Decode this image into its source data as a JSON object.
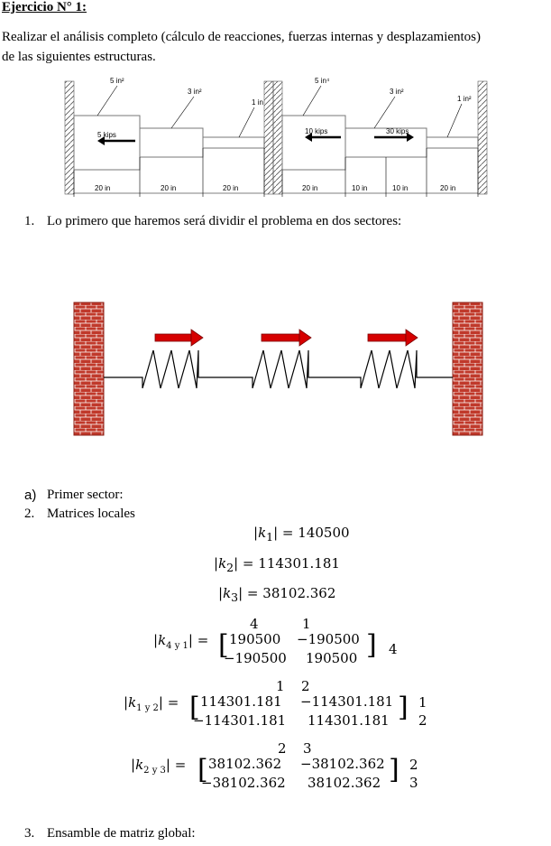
{
  "heading": "Ejercicio N° 1:",
  "intro_line1": "Realizar el análisis completo (cálculo de reacciones, fuerzas internas y desplazamientos)",
  "intro_line2": "de las siguientes estructuras.",
  "figure1": {
    "areas_left": [
      "5 in²",
      "3 in²",
      "1 in"
    ],
    "areas_right": [
      "5 in⁴",
      "3 in²",
      "1 in²"
    ],
    "loads_left": [
      "5 kips"
    ],
    "loads_right": [
      "10 kips",
      "30 kips"
    ],
    "dims": [
      "20 in",
      "20 in",
      "20 in",
      "20 in",
      "10 in",
      "10 in",
      "20 in"
    ]
  },
  "step1": {
    "num": "1.",
    "text": "Lo primero que haremos será dividir el problema en dos sectores:"
  },
  "sector_a": {
    "num": "a)",
    "text": "Primer sector:"
  },
  "step2": {
    "num": "2.",
    "text": "Matrices locales"
  },
  "k1": {
    "sym": "k",
    "sub": "1",
    "value": "140500"
  },
  "k2": {
    "sym": "k",
    "sub": "2",
    "value": "114301.181"
  },
  "k3": {
    "sym": "k",
    "sub": "3",
    "value": "38102.362"
  },
  "m41": {
    "sym": "k",
    "sub": "4 y 1",
    "col1": "4",
    "col2": "1",
    "a11": "190500",
    "a12": "−190500",
    "a21": "−190500",
    "a22": "190500",
    "row1": "4",
    "row2": ""
  },
  "m12": {
    "sym": "k",
    "sub": "1 y 2",
    "col1": "1",
    "col2": "2",
    "a11": "114301.181",
    "a12": "−114301.181",
    "a21": "−114301.181",
    "a22": "114301.181",
    "row1": "1",
    "row2": "2"
  },
  "m23": {
    "sym": "k",
    "sub": "2 y 3",
    "col1": "2",
    "col2": "3",
    "a11": "38102.362",
    "a12": "−38102.362",
    "a21": "−38102.362",
    "a22": "38102.362",
    "row1": "2",
    "row2": "3"
  },
  "step3": {
    "num": "3.",
    "text": "Ensamble de matriz global:"
  },
  "colors": {
    "wall": "#c0392b",
    "brick_line": "#ffffff",
    "arrow": "#d60000",
    "arrow_edge": "#7a0000"
  }
}
